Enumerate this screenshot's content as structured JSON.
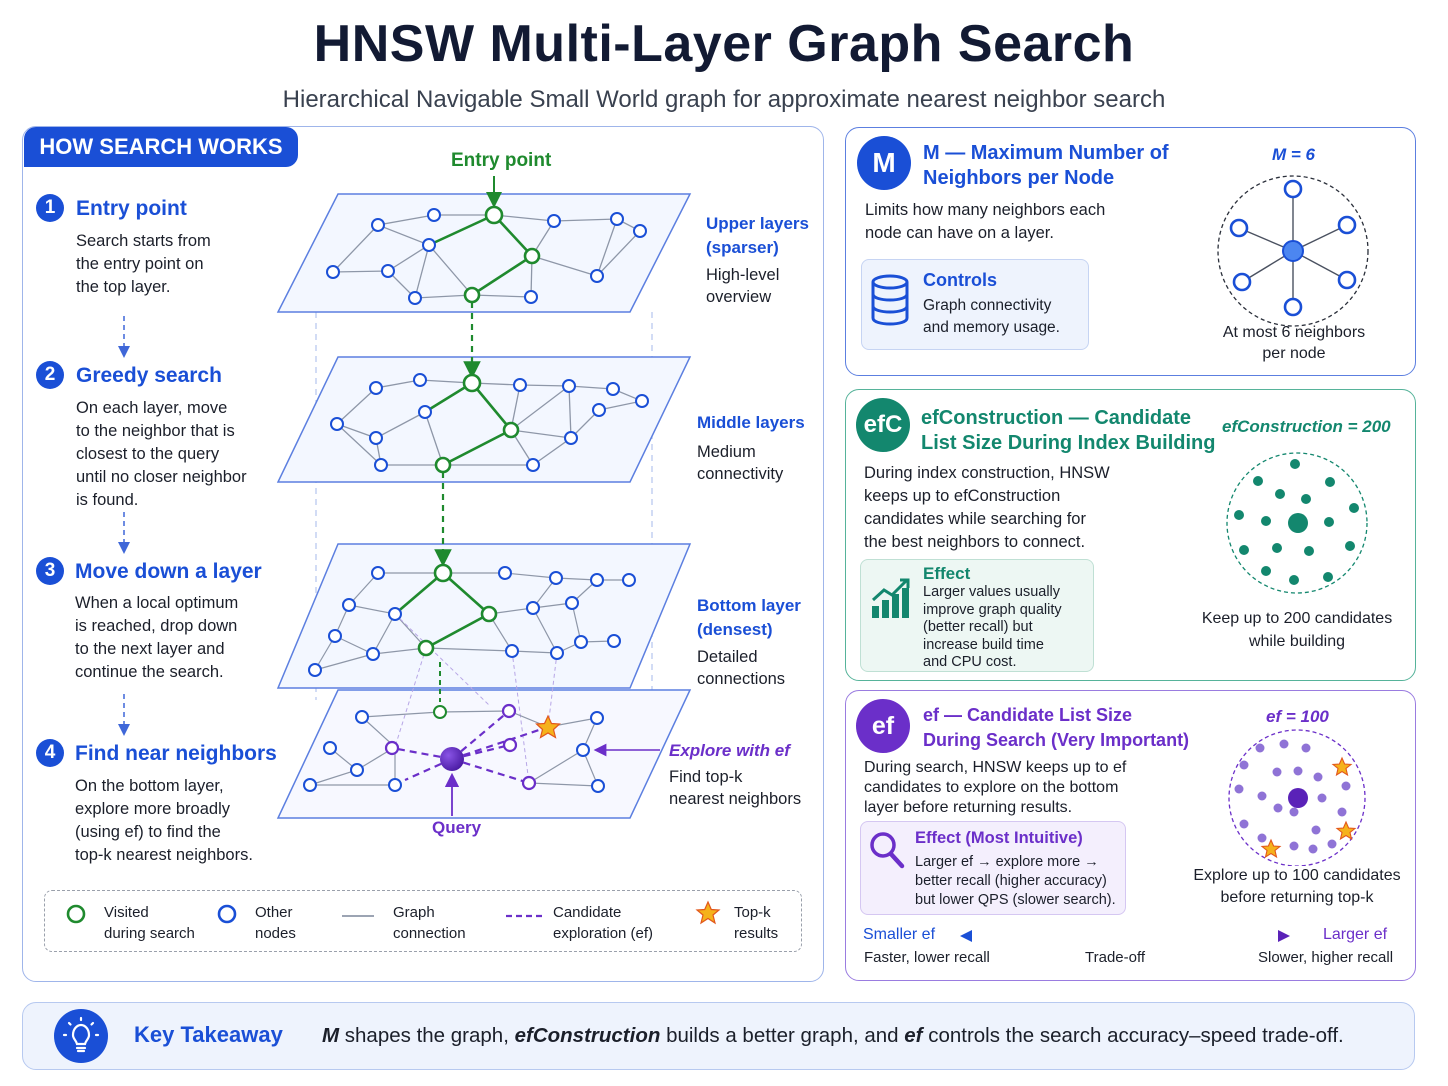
{
  "header": {
    "title": "HNSW Multi-Layer Graph Search",
    "subtitle": "Hierarchical Navigable Small World graph for approximate nearest neighbor search"
  },
  "how": {
    "tab": "HOW SEARCH WORKS",
    "steps": [
      {
        "num": "1",
        "title": "Entry point",
        "lines": [
          "Search starts from",
          "the entry point on",
          "the top layer."
        ]
      },
      {
        "num": "2",
        "title": "Greedy search",
        "lines": [
          "On each layer, move",
          "to the neighbor that is",
          "closest to the query",
          "until no closer neighbor",
          "is found."
        ]
      },
      {
        "num": "3",
        "title": "Move down a layer",
        "lines": [
          "When a local optimum",
          "is reached, drop down",
          "to the next layer and",
          "continue the search."
        ]
      },
      {
        "num": "4",
        "title": "Find near neighbors",
        "lines": [
          "On the bottom layer,",
          "explore more broadly",
          "(using ef) to find the",
          "top-k nearest neighbors."
        ]
      }
    ]
  },
  "diagram": {
    "entry_point": "Entry point",
    "query": "Query",
    "upper": {
      "title1": "Upper layers",
      "title2": "(sparser)",
      "desc1": "High-level",
      "desc2": "overview"
    },
    "middle": {
      "title1": "Middle layers",
      "desc1": "Medium",
      "desc2": "connectivity"
    },
    "bottom": {
      "title1": "Bottom layer",
      "title2": "(densest)",
      "desc1": "Detailed",
      "desc2": "connections"
    },
    "explore": {
      "title": "Explore with ef",
      "desc1": "Find top-k",
      "desc2": "nearest neighbors"
    },
    "colors": {
      "visited": "#1f8a2e",
      "other": "#1a4fd6",
      "candidate": "#6b2fc9",
      "star": "#f5b21b"
    }
  },
  "legend": [
    {
      "icon": "green-circle-icon",
      "l1": "Visited",
      "l2": "during search"
    },
    {
      "icon": "blue-circle-icon",
      "l1": "Other",
      "l2": "nodes"
    },
    {
      "icon": "gray-line-icon",
      "l1": "Graph",
      "l2": "connection"
    },
    {
      "icon": "purple-dashed-line-icon",
      "l1": "Candidate",
      "l2": "exploration (ef)"
    },
    {
      "icon": "star-icon",
      "l1": "Top-k",
      "l2": "results"
    }
  ],
  "m_card": {
    "badge": "M",
    "title1": "M — Maximum Number of",
    "title2": "Neighbors per Node",
    "body1": "Limits how many neighbors each",
    "body2": "node can have on a layer.",
    "box_title": "Controls",
    "box1": "Graph connectivity",
    "box2": "and memory usage.",
    "eq": "M = 6",
    "cap1": "At most 6 neighbors",
    "cap2": "per node",
    "color": "#1a4fd6"
  },
  "efc_card": {
    "badge": "efC",
    "title1": "efConstruction — Candidate",
    "title2": "List Size During Index Building",
    "body": [
      "During index construction, HNSW",
      "keeps up to efConstruction",
      "candidates while searching for",
      "the best neighbors to connect."
    ],
    "box_title": "Effect",
    "box": [
      "Larger values usually",
      "improve graph quality",
      "(better recall) but",
      "increase build time",
      "and CPU cost."
    ],
    "eq": "efConstruction = 200",
    "cap1": "Keep up to 200 candidates",
    "cap2": "while building",
    "color": "#13876e"
  },
  "ef_card": {
    "badge": "ef",
    "title1": "ef — Candidate List Size",
    "title2": "During Search (Very Important)",
    "body": [
      "During search, HNSW keeps up to ef",
      "candidates to explore on the bottom",
      "layer before returning results."
    ],
    "box_title": "Effect (Most Intuitive)",
    "box": [
      "Larger ef → explore more →",
      "better recall (higher accuracy)",
      "but lower QPS (slower search)."
    ],
    "eq": "ef = 100",
    "cap1": "Explore up to 100 candidates",
    "cap2": "before returning top-k",
    "smaller": "Smaller ef",
    "smaller_desc": "Faster, lower recall",
    "tradeoff": "Trade-off",
    "larger": "Larger ef",
    "larger_desc": "Slower, higher recall",
    "color": "#6b2fc9"
  },
  "takeaway": {
    "label": "Key Takeaway",
    "m": "M",
    "t1": " shapes the graph, ",
    "efc": "efConstruction",
    "t2": " builds a better graph, and ",
    "ef": "ef",
    "t3": " controls the search accuracy–speed trade-off."
  }
}
